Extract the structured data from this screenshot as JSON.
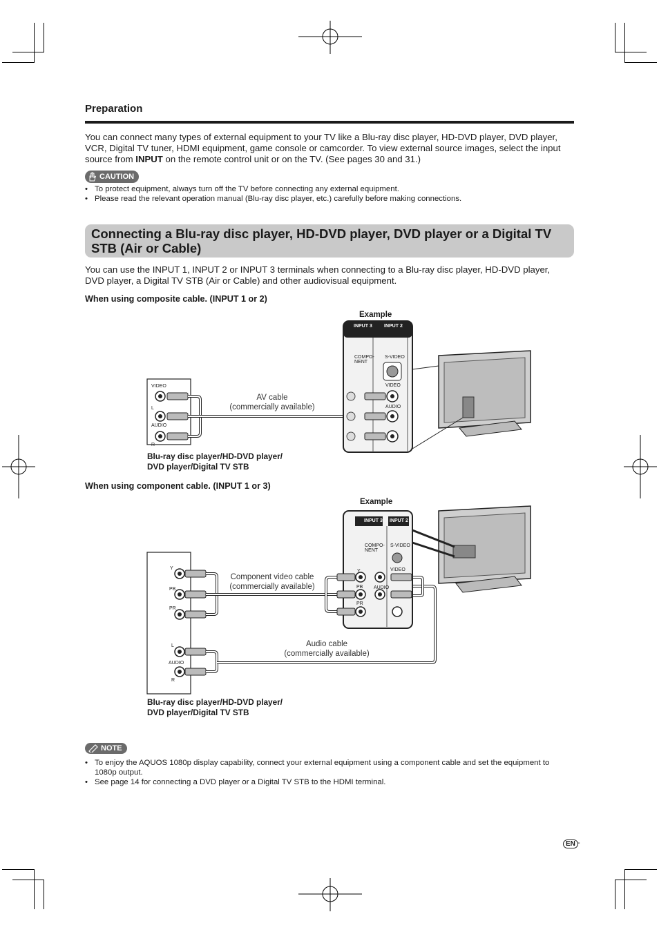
{
  "preparation": {
    "heading": "Preparation",
    "text_before_input": "You can connect many types of external equipment to your TV like a Blu-ray disc player, HD-DVD player, DVD player, VCR, Digital TV tuner, HDMI equipment, game console or camcorder. To view external source images, select the input source from ",
    "input_word": "INPUT",
    "text_after_input": " on the remote control unit or on the TV. (See pages 30 and 31.)"
  },
  "caution": {
    "label": "CAUTION",
    "items": [
      "To protect equipment, always turn off the TV before connecting any external equipment.",
      "Please read the relevant operation manual (Blu-ray disc player, etc.) carefully before making connections."
    ]
  },
  "section": {
    "title": "Connecting a Blu-ray disc player, HD-DVD player, DVD player or a Digital TV STB (Air or Cable)",
    "intro": "You can use the INPUT 1, INPUT 2 or INPUT 3 terminals when connecting to a Blu-ray disc player, HD-DVD player, DVD player, a Digital TV STB (Air or Cable) and other audiovisual equipment."
  },
  "composite": {
    "heading": "When using composite cable. (INPUT 1 or 2)",
    "example": "Example",
    "cable_label_1": "AV cable",
    "cable_label_2": "(commercially available)",
    "device_caption_1": "Blu-ray disc player/HD-DVD player/",
    "device_caption_2": "DVD player/Digital TV STB",
    "terminals": {
      "video": "VIDEO",
      "l": "L",
      "audio": "AUDIO",
      "r": "R",
      "input3": "INPUT 3",
      "input2": "INPUT 2",
      "component": "COMPO-\nNENT",
      "svideo": "S-VIDEO"
    }
  },
  "component": {
    "heading": "When using component cable. (INPUT 1 or 3)",
    "example": "Example",
    "video_cable_1": "Component  video cable",
    "video_cable_2": "(commercially available)",
    "audio_cable_1": "Audio cable",
    "audio_cable_2": "(commercially available)",
    "device_caption_1": "Blu-ray disc player/HD-DVD player/",
    "device_caption_2": "DVD player/Digital TV STB",
    "terminals": {
      "y": "Y",
      "pb": "PB",
      "pr": "PR",
      "l": "L",
      "audio": "AUDIO",
      "r": "R",
      "input3": "INPUT 3",
      "input2": "INPUT 2",
      "component": "COMPO-\nNENT",
      "svideo": "S-VIDEO",
      "video": "VIDEO"
    }
  },
  "note": {
    "label": "NOTE",
    "items": [
      "To enjoy the AQUOS 1080p display capability, connect your external equipment using a component cable and set the equipment to 1080p output.",
      "See page 14 for connecting a DVD player or a Digital TV STB to the HDMI terminal."
    ]
  },
  "footer": {
    "lang": "EN",
    "dash": "-"
  }
}
